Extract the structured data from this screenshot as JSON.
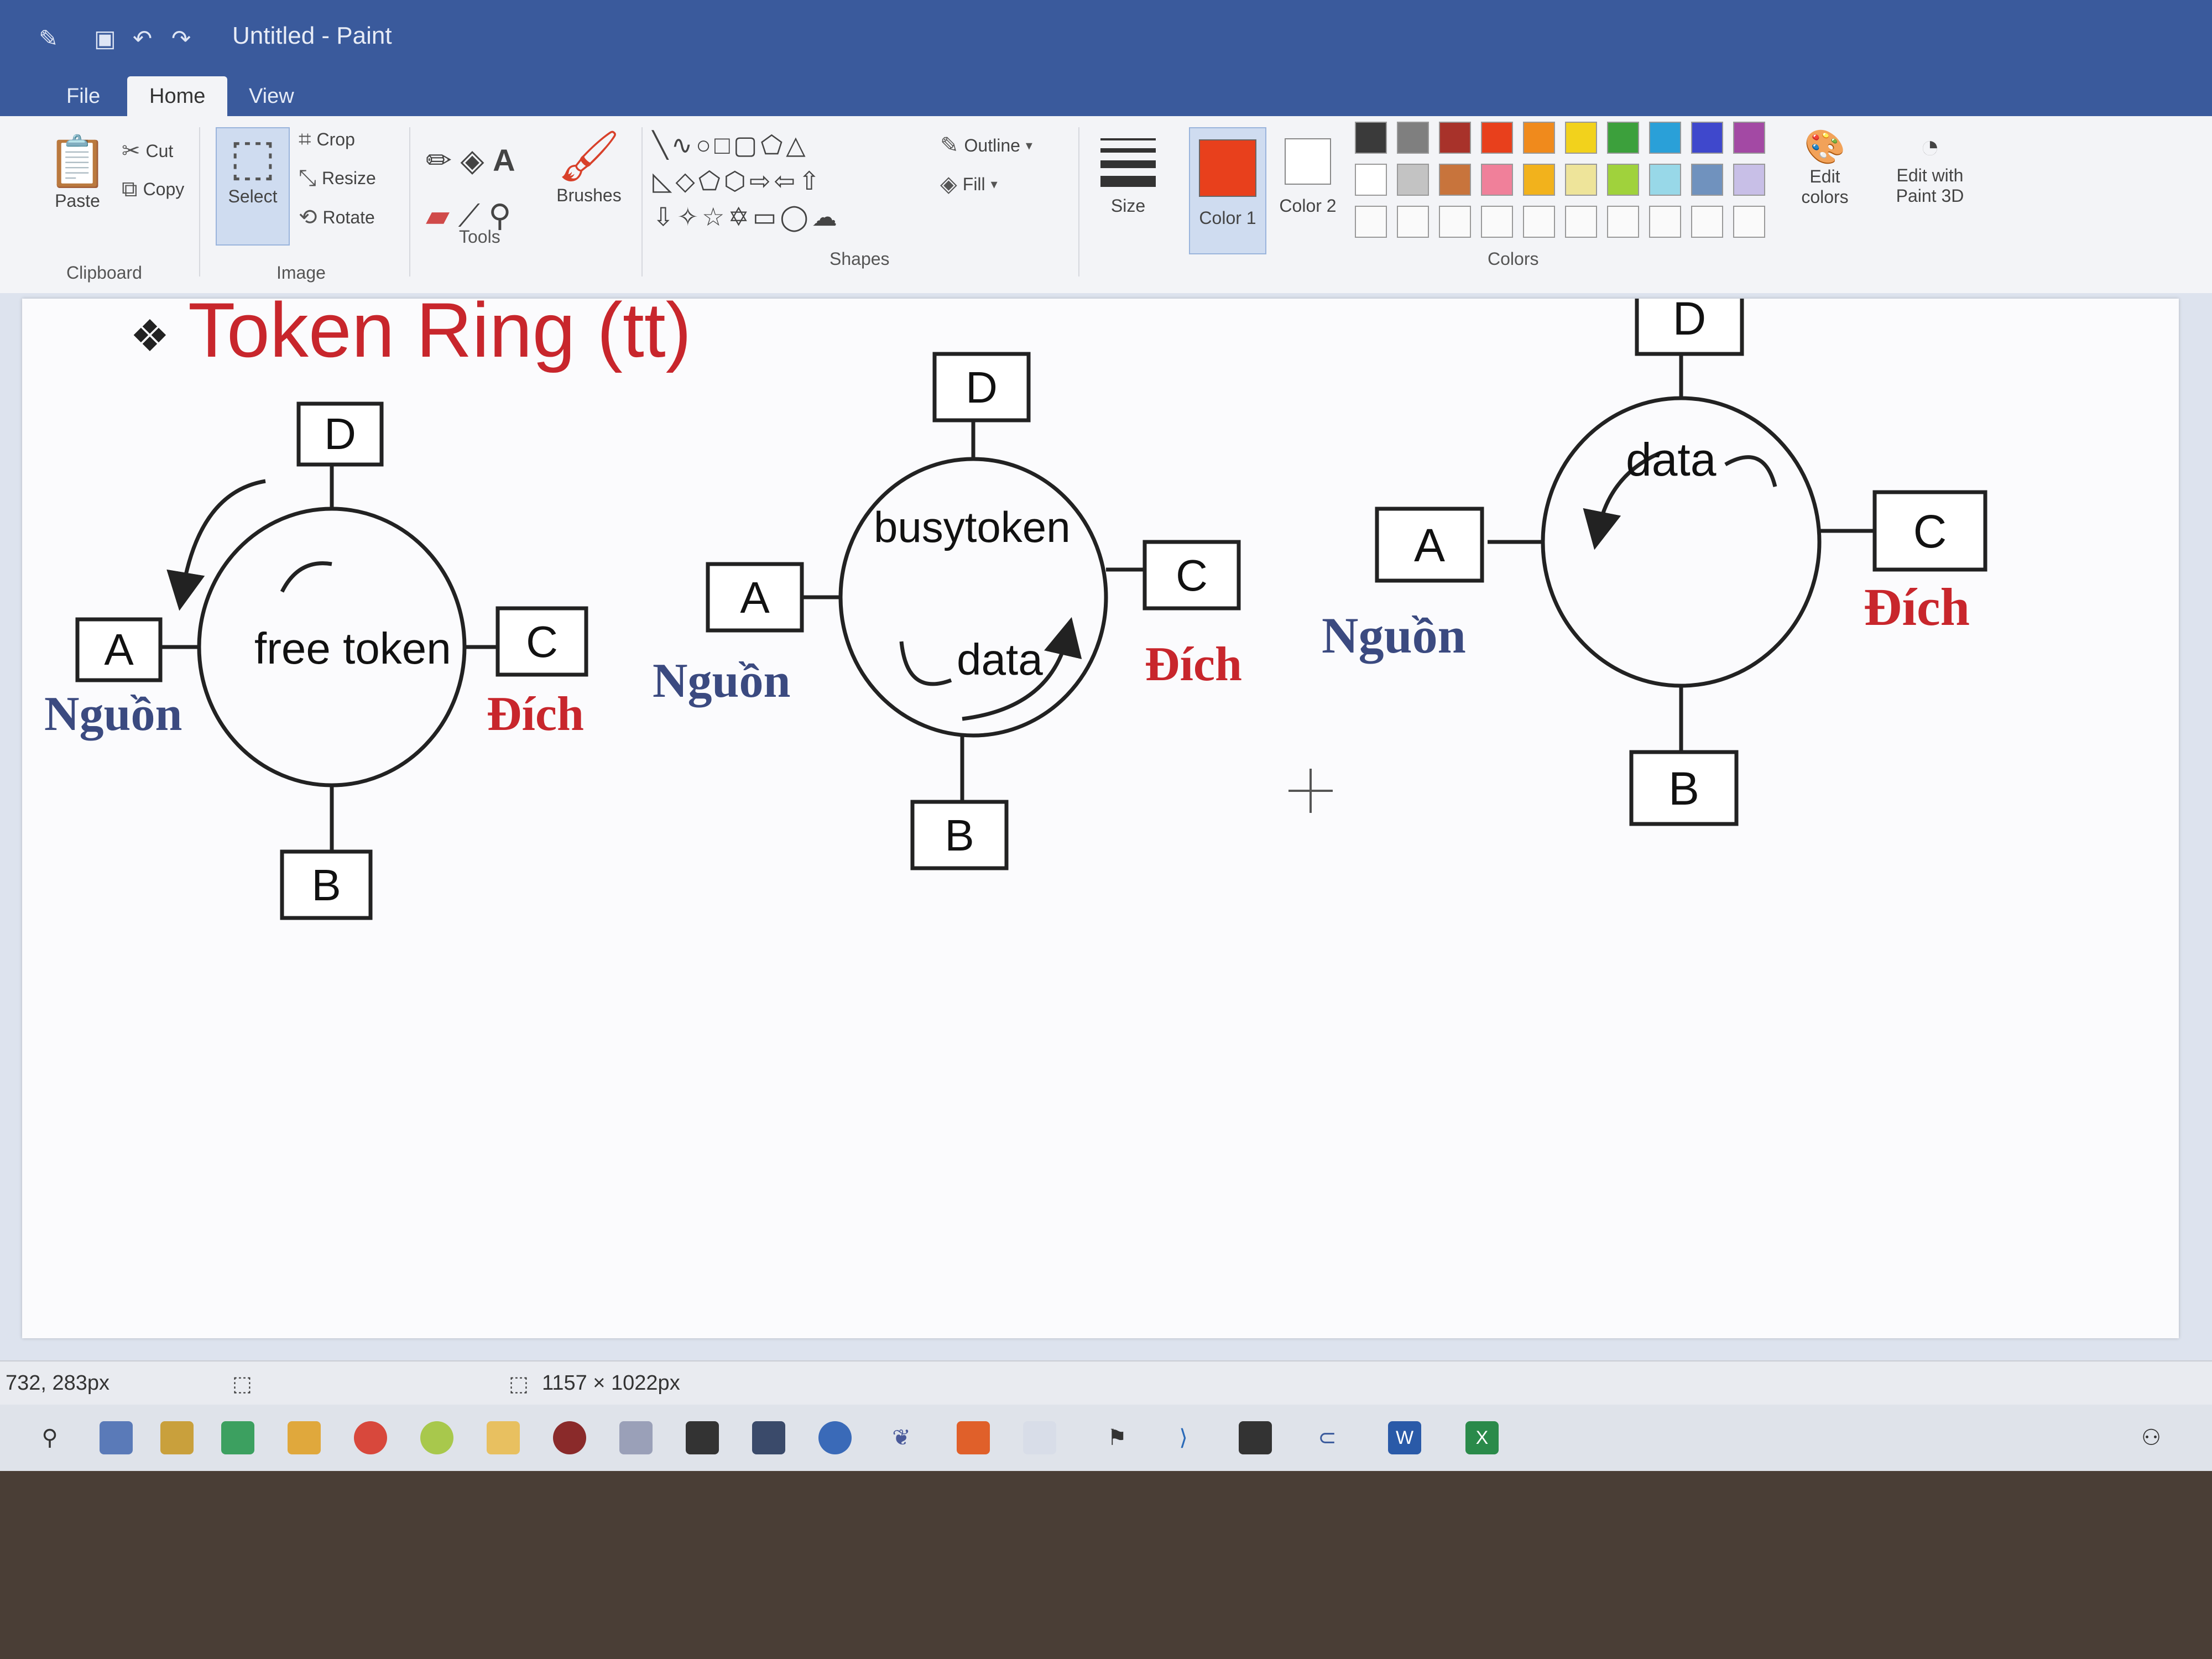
{
  "window": {
    "title": "Untitled - Paint"
  },
  "ribbon": {
    "tabs": [
      "File",
      "Home",
      "View"
    ],
    "clipboard": {
      "paste": "Paste",
      "cut": "Cut",
      "copy": "Copy",
      "group": "Clipboard"
    },
    "image": {
      "select": "Select",
      "crop": "Crop",
      "resize": "Resize",
      "rotate": "Rotate",
      "group": "Image"
    },
    "tools": {
      "group": "Tools"
    },
    "brushes": "Brushes",
    "shapes": {
      "outline": "Outline",
      "fill": "Fill",
      "group": "Shapes"
    },
    "size": "Size",
    "color1": "Color 1",
    "color2": "Color 2",
    "colors_group": "Colors",
    "edit_colors": "Edit colors",
    "edit_paint3d": "Edit with Paint 3D",
    "palette": [
      "#3a3a3a",
      "#7f7f7f",
      "#a8322a",
      "#e8401c",
      "#f08a1c",
      "#f2d21c",
      "#3ca03c",
      "#2aa0d8",
      "#3f48cc",
      "#a349a4",
      "#ffffff",
      "#c3c3c3",
      "#c8743c",
      "#f0809a",
      "#f2b21c",
      "#eee49a",
      "#a0d23c",
      "#98d8e8",
      "#7092be",
      "#c8bfe7"
    ],
    "color1_value": "#e8401c",
    "color2_value": "#ffffff"
  },
  "diagram": {
    "title": "Token Ring (tt)",
    "rings": [
      {
        "center_label": "free token",
        "nodes": [
          "D",
          "A",
          "C",
          "B"
        ],
        "source_label": "Nguồn",
        "dest_label": "Đích"
      },
      {
        "center_label": "busytoken",
        "data_label": "data",
        "nodes": [
          "D",
          "A",
          "C",
          "B"
        ],
        "source_label": "Nguồn",
        "dest_label": "Đích"
      },
      {
        "center_label": "data",
        "nodes": [
          "D",
          "A",
          "C",
          "B"
        ],
        "source_label": "Nguồn",
        "dest_label": "Đích"
      }
    ]
  },
  "statusbar": {
    "cursor_pos": "732, 283px",
    "image_size": "1157 × 1022px"
  }
}
